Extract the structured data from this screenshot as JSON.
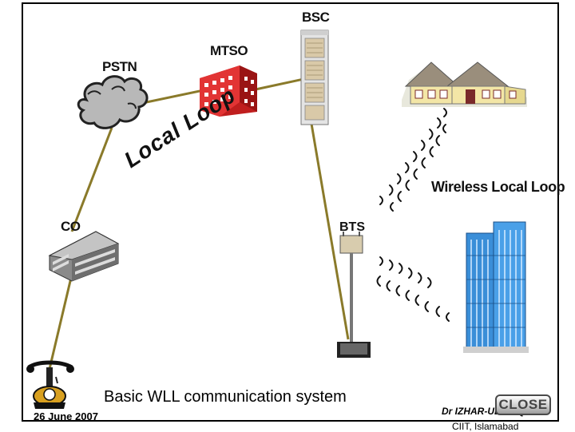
{
  "nodes": {
    "pstn": "PSTN",
    "mtso": "MTSO",
    "bsc": "BSC",
    "co": "CO",
    "bts": "BTS"
  },
  "labels": {
    "local_loop": "Local Loop",
    "wireless_local_loop": "Wireless Local Loop"
  },
  "caption": "Basic WLL communication system",
  "footer": {
    "date": "26 June 2007",
    "author": "Dr IZHAR-UL-HAQ",
    "org": "CIIT, Islamabad",
    "close_label": "CLOSE"
  },
  "colors": {
    "link_line": "#8a7a2a",
    "mtso_building": "#d42a2a",
    "office_tower": "#3a8ed8",
    "house_roof": "#9a8e7c",
    "house_wall": "#f3e6a6"
  }
}
